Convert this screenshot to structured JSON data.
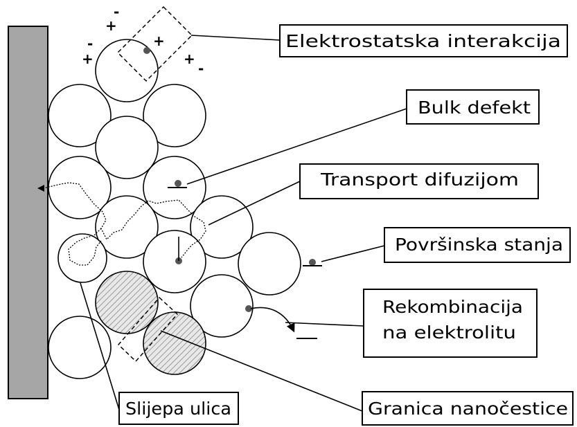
{
  "labels": {
    "elektrostatska": "Elektrostatska interakcija",
    "bulk": "Bulk defekt",
    "transport": "Transport difuzijom",
    "povrsinska": "Površinska stanja",
    "rekombinacija_1": "Rekombinacija",
    "rekombinacija_2": "na elektrolitu",
    "slijepa": "Slijepa ulica",
    "granica": "Granica nanočestice"
  },
  "charges": {
    "plus": "+",
    "minus": "-"
  },
  "colors": {
    "electrode": "#a6a6a6",
    "line": "#000000",
    "hatch": "#9a9a9a",
    "background": "#ffffff"
  }
}
